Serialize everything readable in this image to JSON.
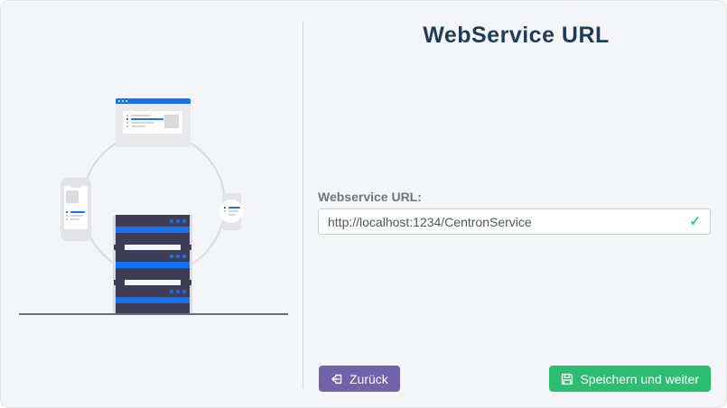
{
  "title": "WebService URL",
  "form": {
    "label": "Webservice URL:",
    "value": "http://localhost:1234/CentronService",
    "valid_glyph": "✓"
  },
  "actions": {
    "back_label": "Zurück",
    "save_label": "Speichern und weiter"
  },
  "icons": {
    "back": "sign-out-left-icon",
    "save": "floppy-disk-icon",
    "valid": "check-icon"
  },
  "colors": {
    "accent_blue": "#1472f5",
    "navy": "#3f3d56",
    "purple": "#7262ab",
    "green": "#2cbe70",
    "check_green": "#2acc8d",
    "title_color": "#1e3c59"
  }
}
